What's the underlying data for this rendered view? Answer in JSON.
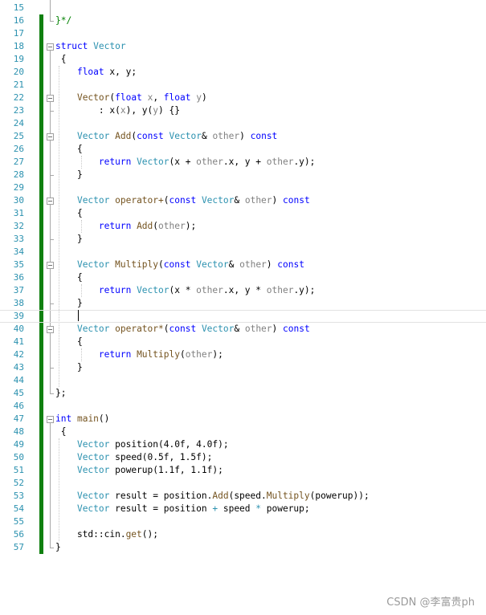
{
  "editor": {
    "current_line": "39",
    "lines": [
      {
        "n": "15",
        "tokens": []
      },
      {
        "n": "16",
        "tokens": [
          {
            "t": "}*/",
            "c": "cm"
          }
        ]
      },
      {
        "n": "17",
        "tokens": []
      },
      {
        "n": "18",
        "tokens": [
          {
            "t": "struct",
            "c": "kw"
          },
          {
            "t": " "
          },
          {
            "t": "Vector",
            "c": "ty"
          }
        ]
      },
      {
        "n": "19",
        "tokens": [
          {
            "t": " {"
          }
        ]
      },
      {
        "n": "20",
        "tokens": [
          {
            "t": "    "
          },
          {
            "t": "float",
            "c": "kw"
          },
          {
            "t": " x, y;"
          }
        ]
      },
      {
        "n": "21",
        "tokens": []
      },
      {
        "n": "22",
        "tokens": [
          {
            "t": "    "
          },
          {
            "t": "Vector",
            "c": "fn"
          },
          {
            "t": "("
          },
          {
            "t": "float",
            "c": "kw"
          },
          {
            "t": " "
          },
          {
            "t": "x",
            "c": "pa"
          },
          {
            "t": ", "
          },
          {
            "t": "float",
            "c": "kw"
          },
          {
            "t": " "
          },
          {
            "t": "y",
            "c": "pa"
          },
          {
            "t": ")"
          }
        ]
      },
      {
        "n": "23",
        "tokens": [
          {
            "t": "        : x("
          },
          {
            "t": "x",
            "c": "pa"
          },
          {
            "t": "), y("
          },
          {
            "t": "y",
            "c": "pa"
          },
          {
            "t": ") {}"
          }
        ]
      },
      {
        "n": "24",
        "tokens": []
      },
      {
        "n": "25",
        "tokens": [
          {
            "t": "    "
          },
          {
            "t": "Vector",
            "c": "ty"
          },
          {
            "t": " "
          },
          {
            "t": "Add",
            "c": "fn"
          },
          {
            "t": "("
          },
          {
            "t": "const",
            "c": "kw"
          },
          {
            "t": " "
          },
          {
            "t": "Vector",
            "c": "ty"
          },
          {
            "t": "& "
          },
          {
            "t": "other",
            "c": "pa"
          },
          {
            "t": ") "
          },
          {
            "t": "const",
            "c": "kw"
          }
        ]
      },
      {
        "n": "26",
        "tokens": [
          {
            "t": "    {"
          }
        ]
      },
      {
        "n": "27",
        "tokens": [
          {
            "t": "        "
          },
          {
            "t": "return",
            "c": "kw"
          },
          {
            "t": " "
          },
          {
            "t": "Vector",
            "c": "ty"
          },
          {
            "t": "(x + "
          },
          {
            "t": "other",
            "c": "pa"
          },
          {
            "t": ".x, y + "
          },
          {
            "t": "other",
            "c": "pa"
          },
          {
            "t": ".y);"
          }
        ]
      },
      {
        "n": "28",
        "tokens": [
          {
            "t": "    }"
          }
        ]
      },
      {
        "n": "29",
        "tokens": []
      },
      {
        "n": "30",
        "tokens": [
          {
            "t": "    "
          },
          {
            "t": "Vector",
            "c": "ty"
          },
          {
            "t": " "
          },
          {
            "t": "operator+",
            "c": "fn"
          },
          {
            "t": "("
          },
          {
            "t": "const",
            "c": "kw"
          },
          {
            "t": " "
          },
          {
            "t": "Vector",
            "c": "ty"
          },
          {
            "t": "& "
          },
          {
            "t": "other",
            "c": "pa"
          },
          {
            "t": ") "
          },
          {
            "t": "const",
            "c": "kw"
          }
        ]
      },
      {
        "n": "31",
        "tokens": [
          {
            "t": "    {"
          }
        ]
      },
      {
        "n": "32",
        "tokens": [
          {
            "t": "        "
          },
          {
            "t": "return",
            "c": "kw"
          },
          {
            "t": " "
          },
          {
            "t": "Add",
            "c": "fn"
          },
          {
            "t": "("
          },
          {
            "t": "other",
            "c": "pa"
          },
          {
            "t": ");"
          }
        ]
      },
      {
        "n": "33",
        "tokens": [
          {
            "t": "    }"
          }
        ]
      },
      {
        "n": "34",
        "tokens": []
      },
      {
        "n": "35",
        "tokens": [
          {
            "t": "    "
          },
          {
            "t": "Vector",
            "c": "ty"
          },
          {
            "t": " "
          },
          {
            "t": "Multiply",
            "c": "fn"
          },
          {
            "t": "("
          },
          {
            "t": "const",
            "c": "kw"
          },
          {
            "t": " "
          },
          {
            "t": "Vector",
            "c": "ty"
          },
          {
            "t": "& "
          },
          {
            "t": "other",
            "c": "pa"
          },
          {
            "t": ") "
          },
          {
            "t": "const",
            "c": "kw"
          }
        ]
      },
      {
        "n": "36",
        "tokens": [
          {
            "t": "    {"
          }
        ]
      },
      {
        "n": "37",
        "tokens": [
          {
            "t": "        "
          },
          {
            "t": "return",
            "c": "kw"
          },
          {
            "t": " "
          },
          {
            "t": "Vector",
            "c": "ty"
          },
          {
            "t": "(x * "
          },
          {
            "t": "other",
            "c": "pa"
          },
          {
            "t": ".x, y * "
          },
          {
            "t": "other",
            "c": "pa"
          },
          {
            "t": ".y);"
          }
        ]
      },
      {
        "n": "38",
        "tokens": [
          {
            "t": "    }"
          }
        ]
      },
      {
        "n": "39",
        "tokens": []
      },
      {
        "n": "40",
        "tokens": [
          {
            "t": "    "
          },
          {
            "t": "Vector",
            "c": "ty"
          },
          {
            "t": " "
          },
          {
            "t": "operator*",
            "c": "fn"
          },
          {
            "t": "("
          },
          {
            "t": "const",
            "c": "kw"
          },
          {
            "t": " "
          },
          {
            "t": "Vector",
            "c": "ty"
          },
          {
            "t": "& "
          },
          {
            "t": "other",
            "c": "pa"
          },
          {
            "t": ") "
          },
          {
            "t": "const",
            "c": "kw"
          }
        ]
      },
      {
        "n": "41",
        "tokens": [
          {
            "t": "    {"
          }
        ]
      },
      {
        "n": "42",
        "tokens": [
          {
            "t": "        "
          },
          {
            "t": "return",
            "c": "kw"
          },
          {
            "t": " "
          },
          {
            "t": "Multiply",
            "c": "fn"
          },
          {
            "t": "("
          },
          {
            "t": "other",
            "c": "pa"
          },
          {
            "t": ");"
          }
        ]
      },
      {
        "n": "43",
        "tokens": [
          {
            "t": "    }"
          }
        ]
      },
      {
        "n": "44",
        "tokens": []
      },
      {
        "n": "45",
        "tokens": [
          {
            "t": "};"
          }
        ]
      },
      {
        "n": "46",
        "tokens": []
      },
      {
        "n": "47",
        "tokens": [
          {
            "t": "int",
            "c": "kw"
          },
          {
            "t": " "
          },
          {
            "t": "main",
            "c": "fn"
          },
          {
            "t": "()"
          }
        ]
      },
      {
        "n": "48",
        "tokens": [
          {
            "t": " {"
          }
        ]
      },
      {
        "n": "49",
        "tokens": [
          {
            "t": "    "
          },
          {
            "t": "Vector",
            "c": "ty"
          },
          {
            "t": " position(4.0f, 4.0f);"
          }
        ]
      },
      {
        "n": "50",
        "tokens": [
          {
            "t": "    "
          },
          {
            "t": "Vector",
            "c": "ty"
          },
          {
            "t": " speed(0.5f, 1.5f);"
          }
        ]
      },
      {
        "n": "51",
        "tokens": [
          {
            "t": "    "
          },
          {
            "t": "Vector",
            "c": "ty"
          },
          {
            "t": " powerup(1.1f, 1.1f);"
          }
        ]
      },
      {
        "n": "52",
        "tokens": []
      },
      {
        "n": "53",
        "tokens": [
          {
            "t": "    "
          },
          {
            "t": "Vector",
            "c": "ty"
          },
          {
            "t": " result = position."
          },
          {
            "t": "Add",
            "c": "fn"
          },
          {
            "t": "(speed."
          },
          {
            "t": "Multiply",
            "c": "fn"
          },
          {
            "t": "(powerup));"
          }
        ]
      },
      {
        "n": "54",
        "tokens": [
          {
            "t": "    "
          },
          {
            "t": "Vector",
            "c": "ty"
          },
          {
            "t": " result = position "
          },
          {
            "t": "+",
            "c": "ty"
          },
          {
            "t": " speed "
          },
          {
            "t": "*",
            "c": "ty"
          },
          {
            "t": " powerup;"
          }
        ]
      },
      {
        "n": "55",
        "tokens": []
      },
      {
        "n": "56",
        "tokens": [
          {
            "t": "    std::cin."
          },
          {
            "t": "get",
            "c": "fn"
          },
          {
            "t": "();"
          }
        ]
      },
      {
        "n": "57",
        "tokens": [
          {
            "t": "}"
          }
        ]
      }
    ]
  },
  "watermark": "CSDN @李富贵ph"
}
